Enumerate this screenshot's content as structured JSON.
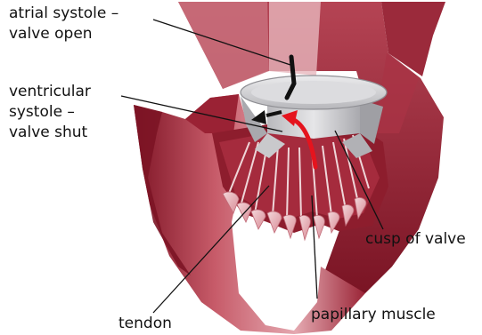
{
  "diagram": {
    "labels": {
      "atrial_systole": [
        "atrial systole –",
        "valve open"
      ],
      "ventricular_systole": [
        "ventricular",
        "systole –",
        "valve shut"
      ],
      "cusp": "cusp of valve",
      "papillary_muscle": "papillary muscle",
      "tendon": "tendon"
    },
    "colors": {
      "tissue_dark": "#8c1c2c",
      "tissue_mid": "#b03a4c",
      "tissue_light": "#e3a9b0",
      "tissue_pale": "#f1d3d6",
      "valve_ring": "#d6d6d8",
      "valve_grey": "#bfbfc3",
      "flow_arrow_red": "#e5141e",
      "flow_arrow_black": "#111111"
    }
  }
}
